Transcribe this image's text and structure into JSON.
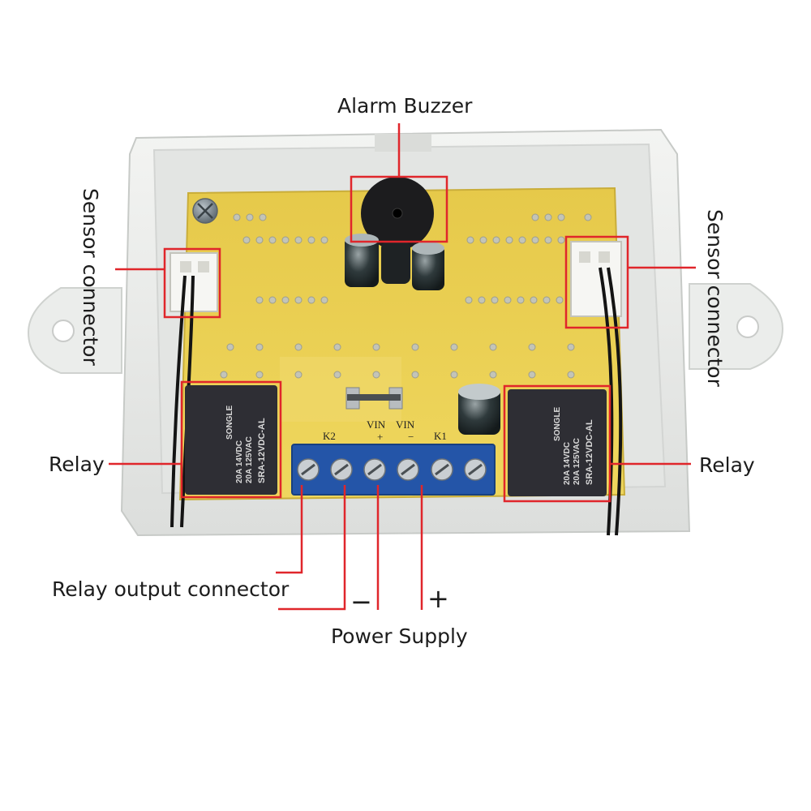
{
  "labels": {
    "alarm_buzzer": "Alarm Buzzer",
    "sensor_connector_left": "Sensor connector",
    "sensor_connector_right": "Sensor connector",
    "relay_left": "Relay",
    "relay_right": "Relay",
    "relay_output_connector": "Relay output connector",
    "power_supply": "Power Supply",
    "minus": "−",
    "plus": "+"
  },
  "pcb": {
    "terminal_k2": "K2",
    "terminal_k1": "K1",
    "vin_left": "VIN",
    "vin_right": "VIN",
    "vin_plus": "+",
    "vin_minus": "−"
  },
  "relay_component": {
    "brand": "SONGLE",
    "rating_1": "20A 14VDC",
    "rating_2": "20A 125VAC",
    "model": "SRA-12VDC-AL"
  },
  "colors": {
    "annotation": "#e0262b",
    "pcb": "#e9cf52",
    "enclosure": "#eceeec",
    "terminal": "#2455a8",
    "relay": "#2e2e34"
  }
}
